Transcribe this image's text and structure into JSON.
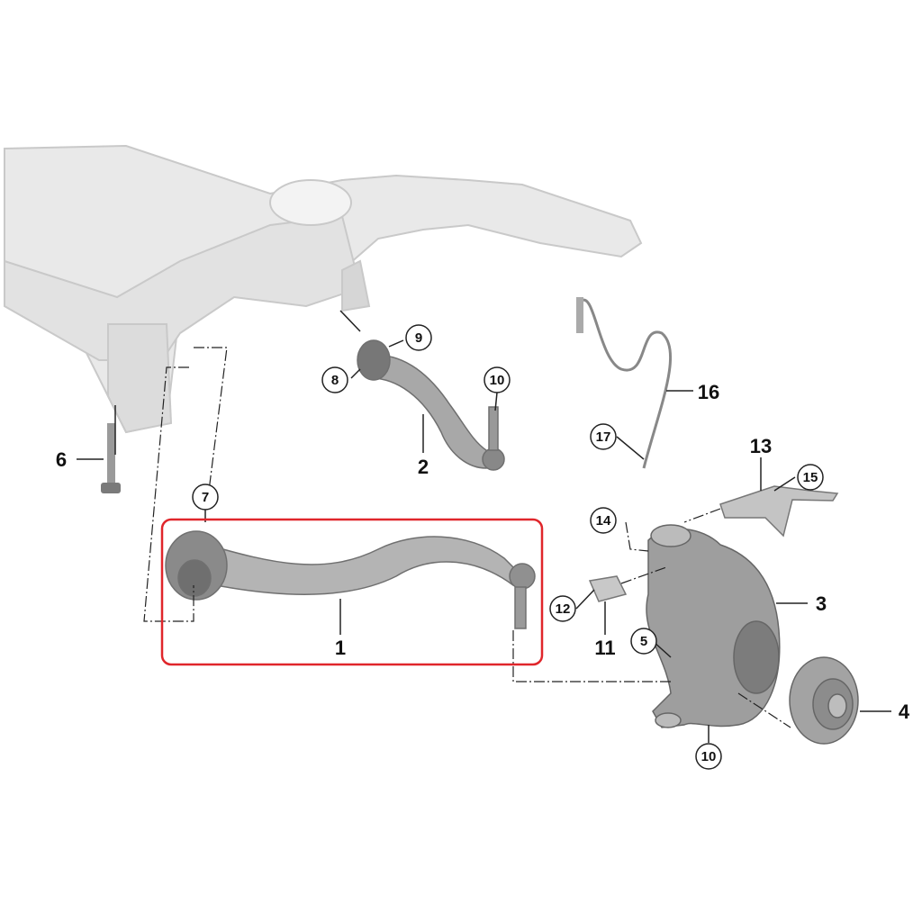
{
  "diagram": {
    "highlight_color": "#e0262b",
    "highlighted_part": "1",
    "callouts": [
      {
        "id": "c1",
        "text": "1",
        "style": "plain"
      },
      {
        "id": "c2",
        "text": "2",
        "style": "plain"
      },
      {
        "id": "c3",
        "text": "3",
        "style": "plain"
      },
      {
        "id": "c4",
        "text": "4",
        "style": "plain"
      },
      {
        "id": "c5",
        "text": "5",
        "style": "circled"
      },
      {
        "id": "c6",
        "text": "6",
        "style": "plain"
      },
      {
        "id": "c7",
        "text": "7",
        "style": "circled"
      },
      {
        "id": "c8",
        "text": "8",
        "style": "circled"
      },
      {
        "id": "c9",
        "text": "9",
        "style": "circled"
      },
      {
        "id": "c10a",
        "text": "10",
        "style": "circled"
      },
      {
        "id": "c10b",
        "text": "10",
        "style": "circled"
      },
      {
        "id": "c11",
        "text": "11",
        "style": "plain"
      },
      {
        "id": "c12",
        "text": "12",
        "style": "circled"
      },
      {
        "id": "c13",
        "text": "13",
        "style": "plain"
      },
      {
        "id": "c14",
        "text": "14",
        "style": "circled"
      },
      {
        "id": "c15",
        "text": "15",
        "style": "circled"
      },
      {
        "id": "c16",
        "text": "16",
        "style": "plain"
      },
      {
        "id": "c17",
        "text": "17",
        "style": "circled"
      }
    ]
  }
}
